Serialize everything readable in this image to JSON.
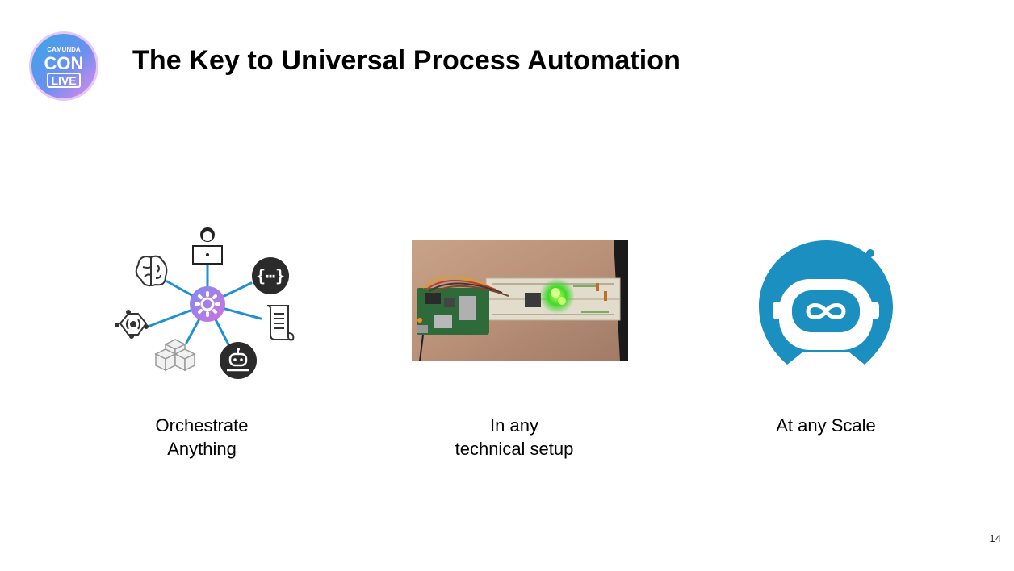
{
  "logo": {
    "line1": "CAMUNDA",
    "line2": "CON",
    "line3": "LIVE"
  },
  "title": "The Key to Universal Process Automation",
  "columns": [
    {
      "caption_lines": [
        "Orchestrate",
        "Anything"
      ],
      "icon": "orchestration-hub-icon"
    },
    {
      "caption_lines": [
        "In any",
        "technical setup"
      ],
      "icon": "raspberry-pi-photo"
    },
    {
      "caption_lines": [
        "At any Scale"
      ],
      "icon": "robot-helmet-icon"
    }
  ],
  "page_number": "14",
  "colors": {
    "accent_blue": "#1e90d6",
    "robot_teal": "#1a8fc0",
    "dark_icon": "#2b2b2b",
    "hub_purple": "#b06be0"
  }
}
